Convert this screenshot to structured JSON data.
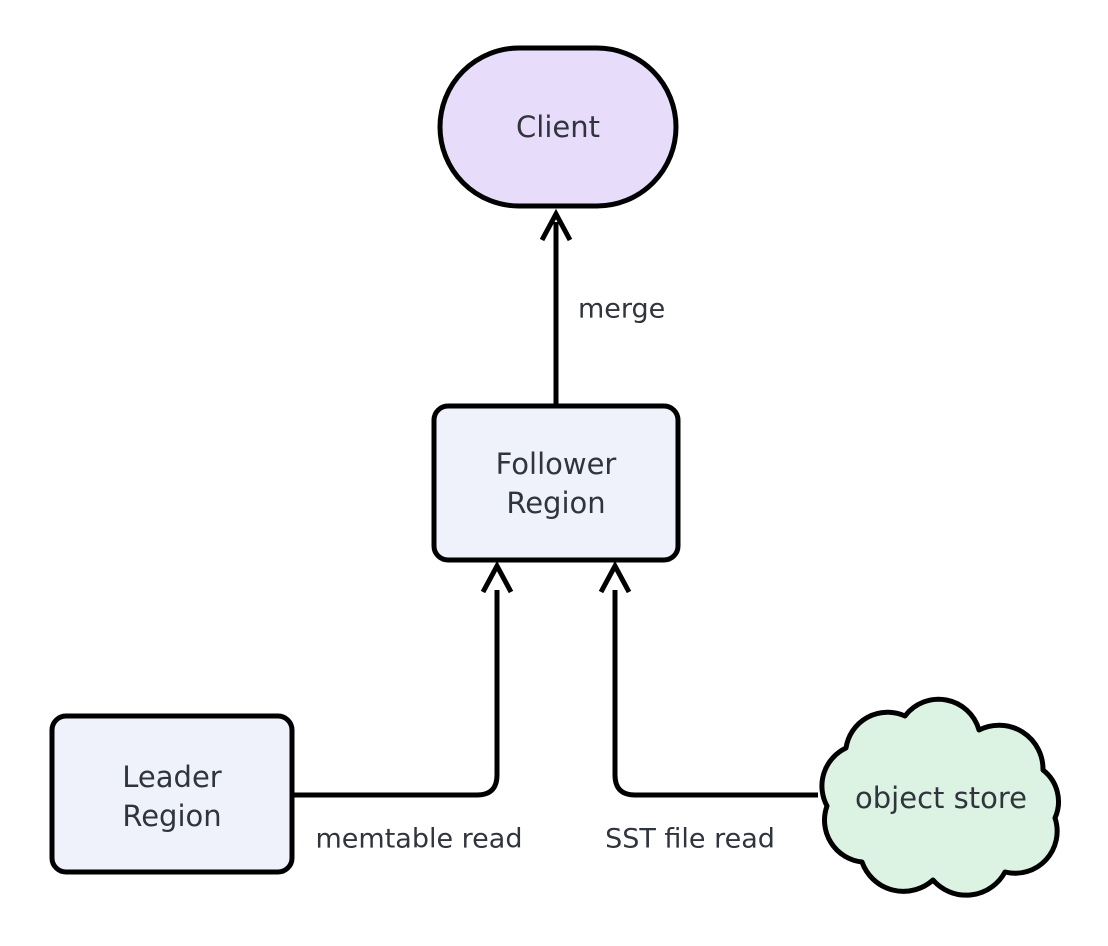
{
  "diagram": {
    "type": "flowchart",
    "direction": "bottom-to-top",
    "background": "#ffffff",
    "nodes": [
      {
        "id": "client",
        "label": "Client",
        "shape": "stadium",
        "fill": "#e7dcfa",
        "stroke": "#000000"
      },
      {
        "id": "follower",
        "label_line1": "Follower",
        "label_line2": "Region",
        "label": "Follower Region",
        "shape": "rounded-rectangle",
        "fill": "#eff2fb",
        "stroke": "#000000"
      },
      {
        "id": "leader",
        "label_line1": "Leader",
        "label_line2": "Region",
        "label": "Leader Region",
        "shape": "rounded-rectangle",
        "fill": "#eff2fb",
        "stroke": "#000000"
      },
      {
        "id": "object_store",
        "label": "object store",
        "shape": "cloud",
        "fill": "#dcf2e2",
        "stroke": "#000000"
      }
    ],
    "edges": [
      {
        "id": "edge-merge",
        "from": "follower",
        "to": "client",
        "label": "merge",
        "style": "straight-arrow"
      },
      {
        "id": "edge-memtable-read",
        "from": "leader",
        "to": "follower",
        "label": "memtable read",
        "style": "elbow-arrow"
      },
      {
        "id": "edge-sst-file-read",
        "from": "object_store",
        "to": "follower",
        "label": "SST file read",
        "style": "elbow-arrow"
      }
    ],
    "text_color": "#30343c"
  }
}
